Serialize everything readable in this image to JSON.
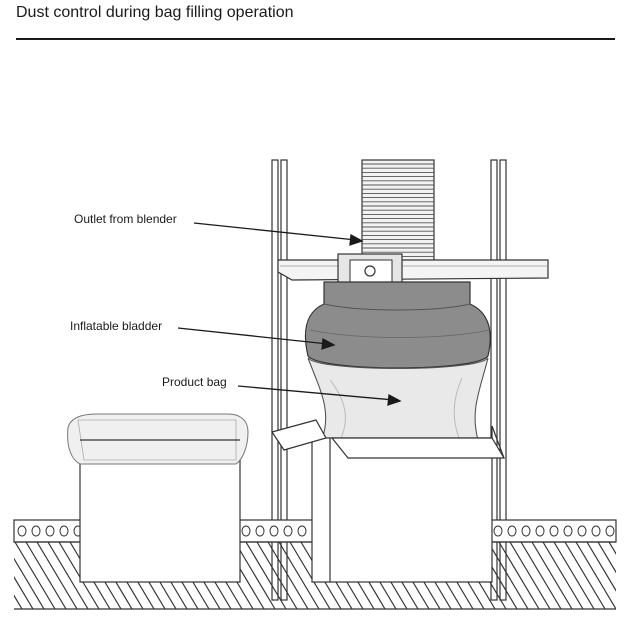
{
  "title": "Dust control during bag filling operation",
  "labels": {
    "outlet": "Outlet from blender",
    "bladder": "Inflatable bladder",
    "bag": "Product bag"
  }
}
